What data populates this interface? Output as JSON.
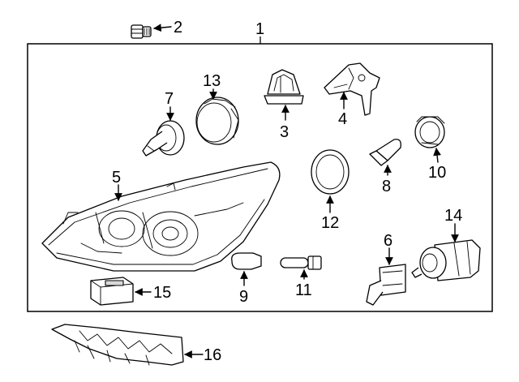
{
  "diagram": {
    "callouts": {
      "c1": "1",
      "c2": "2",
      "c3": "3",
      "c4": "4",
      "c5": "5",
      "c6": "6",
      "c7": "7",
      "c8": "8",
      "c9": "9",
      "c10": "10",
      "c11": "11",
      "c12": "12",
      "c13": "13",
      "c14": "14",
      "c15": "15",
      "c16": "16"
    }
  }
}
